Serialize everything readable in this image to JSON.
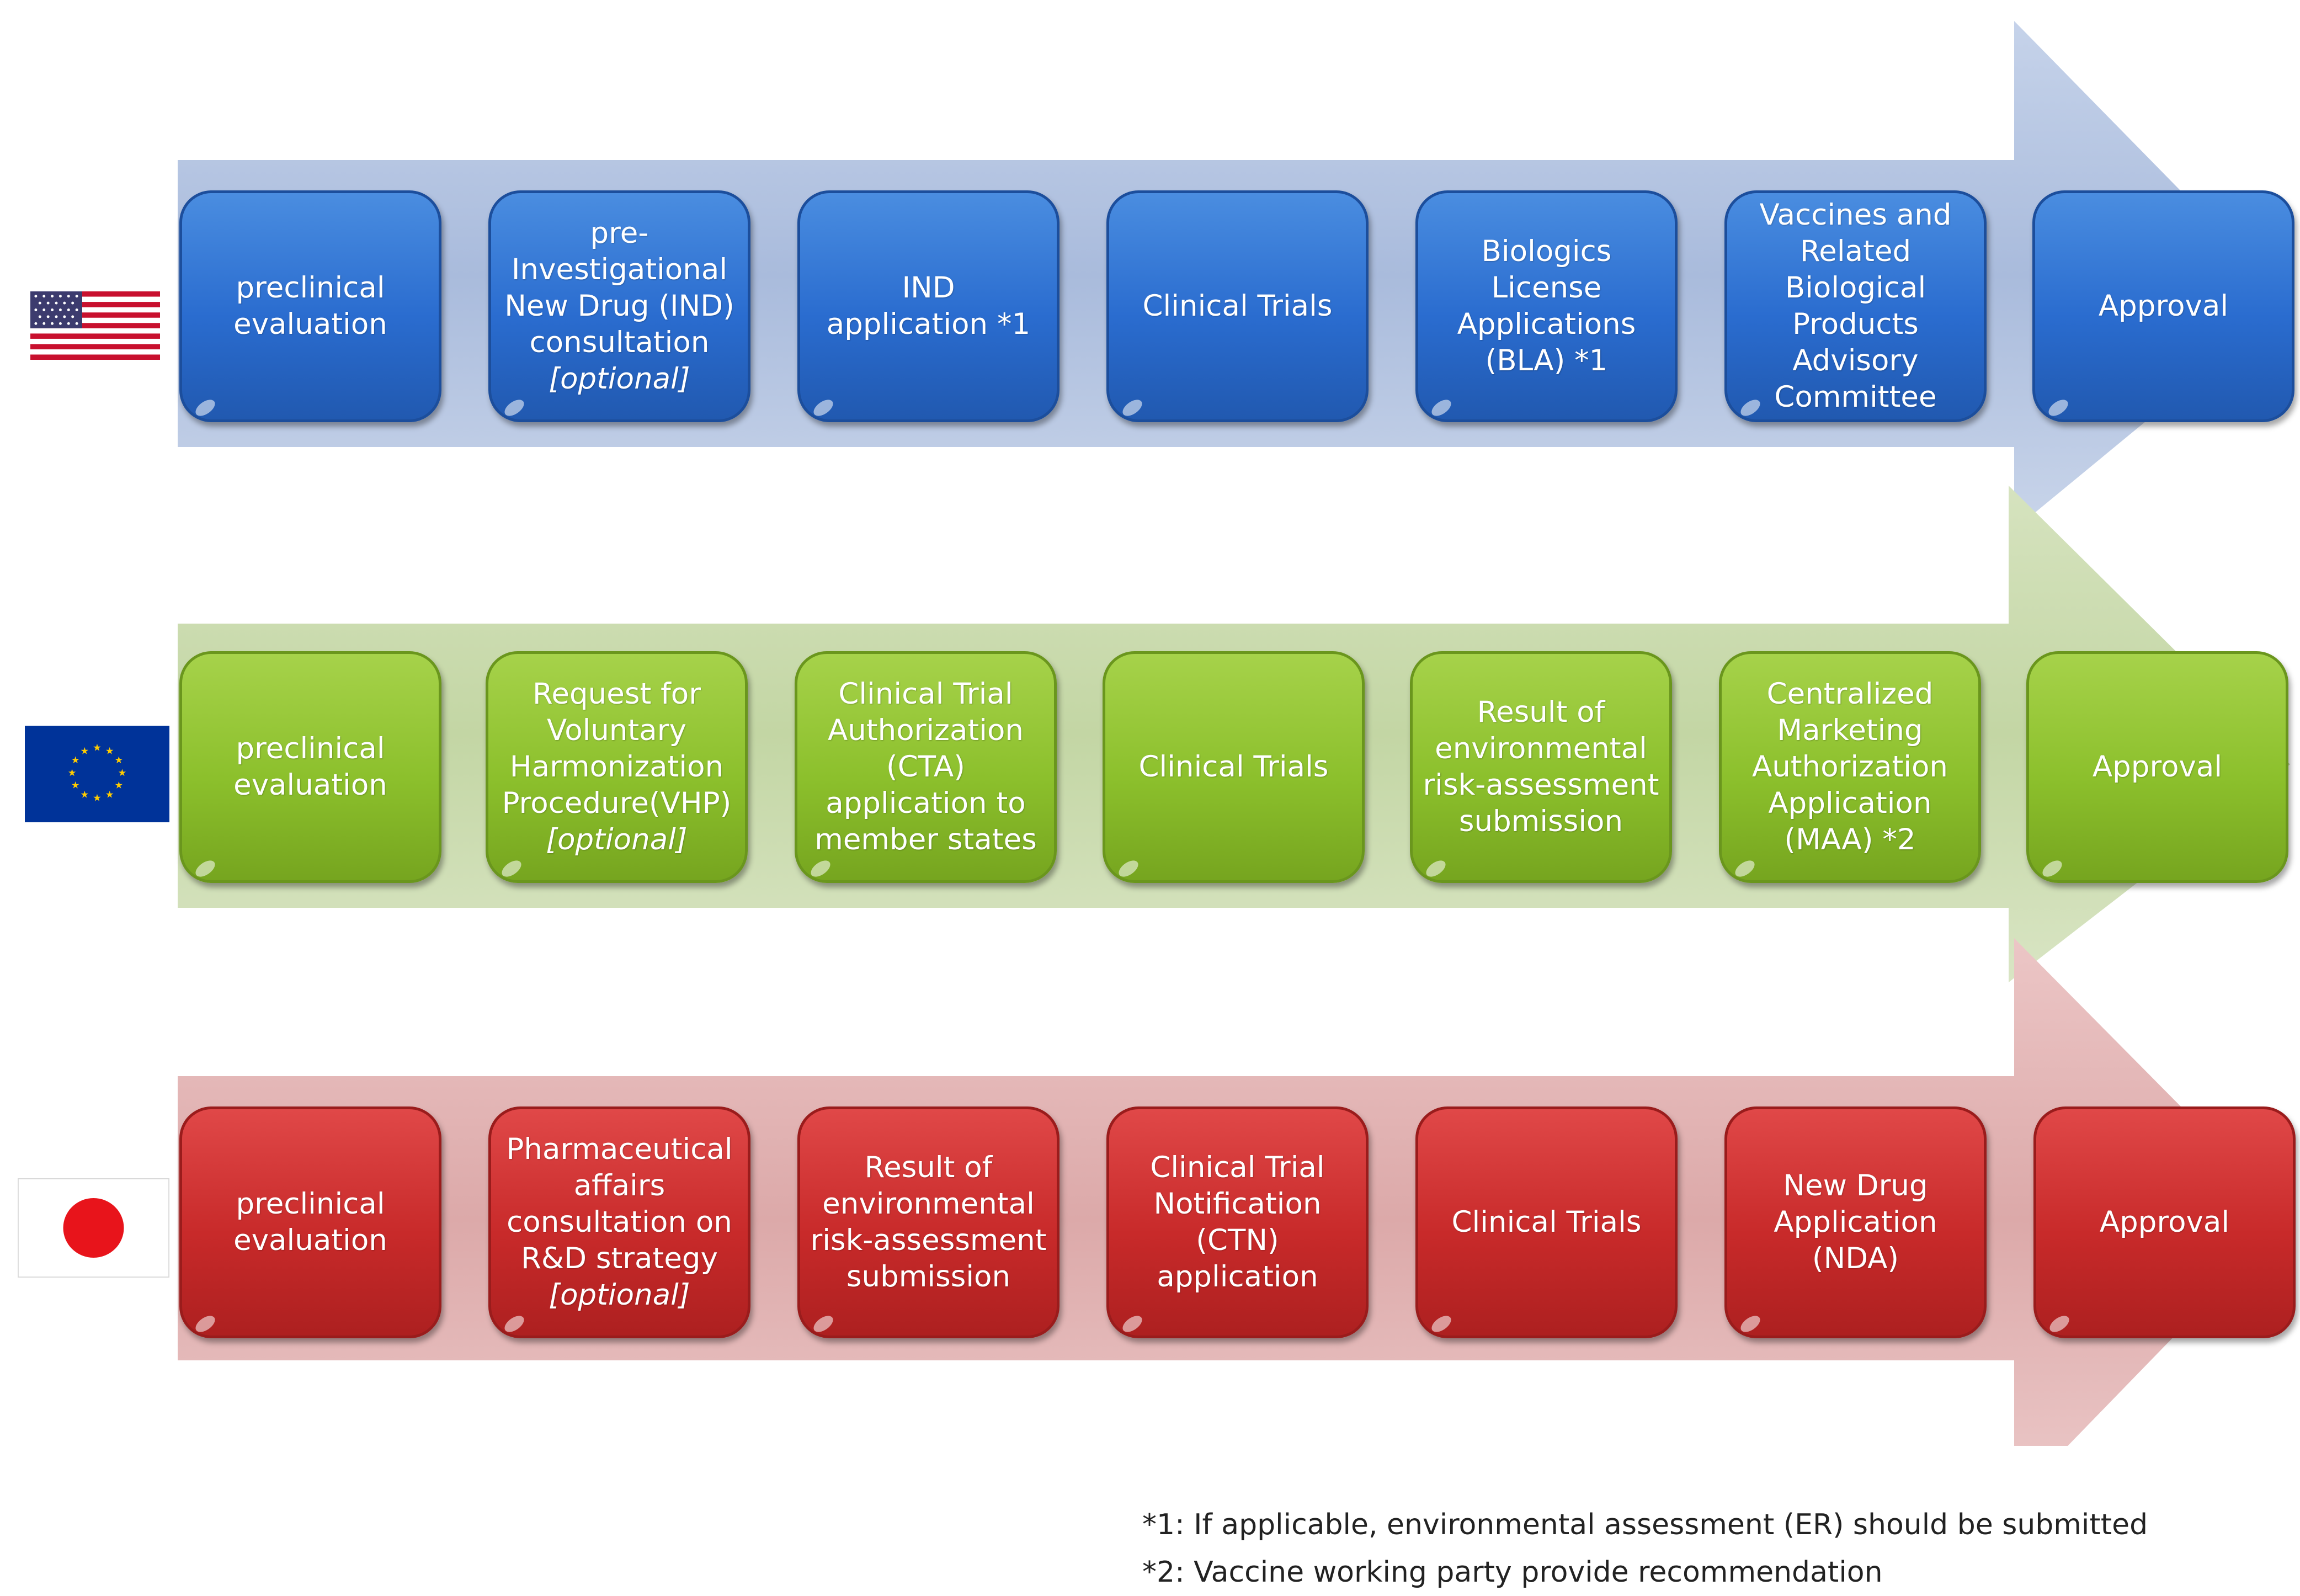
{
  "rows": [
    {
      "region": "US",
      "flag_icon": "us-flag-icon",
      "color": "#2a6ccf",
      "steps": [
        {
          "text": "preclinical\nevaluation",
          "optional": ""
        },
        {
          "text": "pre-\nInvestigational\nNew Drug (IND)\nconsultation",
          "optional": "[optional]"
        },
        {
          "text": "IND\napplication *1",
          "optional": ""
        },
        {
          "text": "Clinical Trials",
          "optional": ""
        },
        {
          "text": "Biologics\nLicense\nApplications\n(BLA) *1",
          "optional": ""
        },
        {
          "text": "Vaccines and\nRelated\nBiological\nProducts\nAdvisory\nCommittee",
          "optional": ""
        },
        {
          "text": "Approval",
          "optional": ""
        }
      ]
    },
    {
      "region": "EU",
      "flag_icon": "eu-flag-icon",
      "color": "#8cc02c",
      "steps": [
        {
          "text": "preclinical\nevaluation",
          "optional": ""
        },
        {
          "text": "Request for\nVoluntary\nHarmonization\nProcedure(VHP)",
          "optional": "[optional]"
        },
        {
          "text": "Clinical Trial\nAuthorization\n(CTA)\napplication to\nmember states",
          "optional": ""
        },
        {
          "text": "Clinical Trials",
          "optional": ""
        },
        {
          "text": "Result of\nenvironmental\nrisk-assessment\nsubmission",
          "optional": ""
        },
        {
          "text": "Centralized\nMarketing\nAuthorization\nApplication\n(MAA) *2",
          "optional": ""
        },
        {
          "text": "Approval",
          "optional": ""
        }
      ]
    },
    {
      "region": "JP",
      "flag_icon": "japan-flag-icon",
      "color": "#c82a2a",
      "steps": [
        {
          "text": "preclinical\nevaluation",
          "optional": ""
        },
        {
          "text": "Pharmaceutical\naffairs\nconsultation on\nR&D strategy",
          "optional": "[optional]"
        },
        {
          "text": "Result of\nenvironmental\nrisk-assessment\nsubmission",
          "optional": ""
        },
        {
          "text": "Clinical Trial\nNotification\n(CTN)\napplication",
          "optional": ""
        },
        {
          "text": "Clinical Trials",
          "optional": ""
        },
        {
          "text": "New Drug\nApplication\n(NDA)",
          "optional": ""
        },
        {
          "text": "Approval",
          "optional": ""
        }
      ]
    }
  ],
  "footnotes": {
    "note1": "*1: If applicable, environmental assessment (ER) should be submitted",
    "note2": "*2: Vaccine working party provide recommendation"
  }
}
